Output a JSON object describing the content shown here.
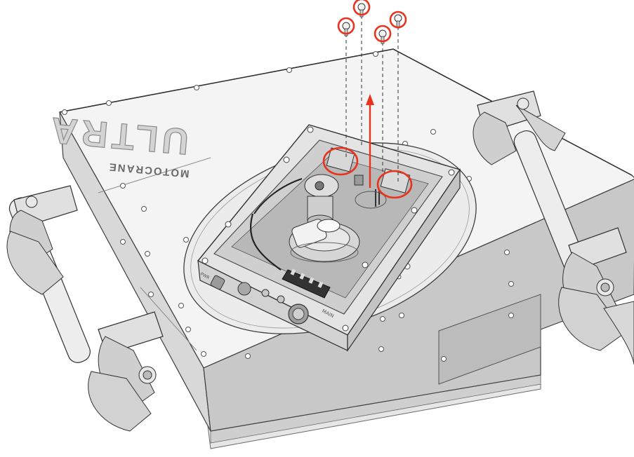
{
  "engraving": {
    "brand_line1": "MOTOCRANE",
    "brand_line2": "ULTRA"
  },
  "panel_labels": {
    "main": "MAIN",
    "power": "PWR"
  },
  "colors": {
    "highlight": "#e8331f",
    "body_light": "#f2f2f2",
    "body_mid": "#d9d9d9",
    "body_dark": "#bdbdbd",
    "outline": "#4a4a4a"
  },
  "callouts": {
    "screws_highlighted": 4,
    "connectors_highlighted": 2,
    "arrow_direction": "up"
  }
}
